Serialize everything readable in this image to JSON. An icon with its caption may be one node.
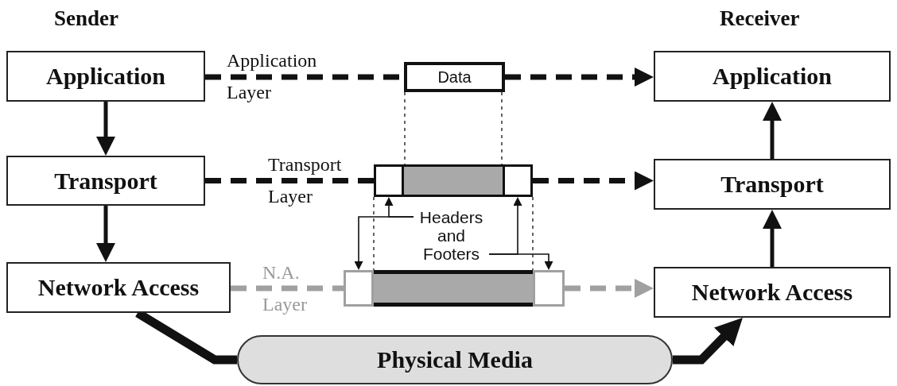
{
  "diagram": {
    "nodes": [
      {
        "text": [
          "Application"
        ]
      },
      {
        "text": [
          "Transport"
        ]
      },
      {
        "text": [
          "Network Access"
        ]
      },
      {
        "text": [
          "Application"
        ]
      },
      {
        "text": [
          "Transport"
        ]
      },
      {
        "text": [
          "Network Access"
        ]
      },
      {
        "text": [
          "Data"
        ]
      },
      {
        "text": [],
        "shape": "bar"
      },
      {
        "text": [],
        "shape": "bar"
      },
      {
        "text": [
          "Physical Media"
        ]
      },
      {
        "text": [
          "Headers and Footers"
        ]
      },
      {
        "text": [],
        "shape": "box",
        "in": 7
      },
      {
        "text": [],
        "shape": "box",
        "in": 7
      },
      {
        "text": [],
        "shape": "box",
        "in": 7
      },
      {
        "text": [],
        "shape": "box",
        "in": 8
      },
      {
        "text": [],
        "shape": "box",
        "in": 8
      },
      {
        "text": [],
        "shape": "box",
        "in": 8
      }
    ],
    "edges": [
      {
        "from": 0,
        "to": 1,
        "arrow": "to"
      },
      {
        "from": 1,
        "to": 2,
        "arrow": "to"
      },
      {
        "from": 5,
        "to": 4,
        "arrow": "to"
      },
      {
        "from": 4,
        "to": 3,
        "arrow": "to"
      },
      {
        "from": 0,
        "to": 6,
        "arrow": "none",
        "style": "dashed"
      },
      {
        "from": 6,
        "to": 3,
        "arrow": "to",
        "style": "dashed"
      },
      {
        "from": 1,
        "to": 7,
        "arrow": "none",
        "style": "dashed"
      },
      {
        "from": 7,
        "to": 4,
        "arrow": "to",
        "style": "dashed"
      },
      {
        "from": 2,
        "to": 8,
        "arrow": "none",
        "style": "dashed",
        "color": "#a0a0a0"
      },
      {
        "from": 8,
        "to": 5,
        "arrow": "to",
        "style": "dashed",
        "color": "#a0a0a0"
      },
      {
        "from": 2,
        "to": 9,
        "arrow": "none",
        "style": "thick"
      },
      {
        "from": 9,
        "to": 5,
        "arrow": "to",
        "style": "thick"
      },
      {
        "from": 10,
        "to": 11,
        "arrow": "to"
      },
      {
        "from": 10,
        "to": 14,
        "arrow": "to"
      },
      {
        "from": 10,
        "to": 13,
        "arrow": "to"
      },
      {
        "from": 10,
        "to": 16,
        "arrow": "to"
      },
      {
        "from": 6,
        "to": 12,
        "arrow": "none",
        "style": "dashed"
      },
      {
        "from": 6,
        "to": 12,
        "arrow": "none",
        "style": "dashed"
      },
      {
        "from": 7,
        "to": 15,
        "arrow": "none",
        "style": "dashed"
      },
      {
        "from": 7,
        "to": 15,
        "arrow": "none",
        "style": "dashed"
      }
    ],
    "labels": [
      "Sender",
      "Receiver",
      "Application Layer",
      "Transport Layer",
      "N.A. Layer"
    ]
  }
}
